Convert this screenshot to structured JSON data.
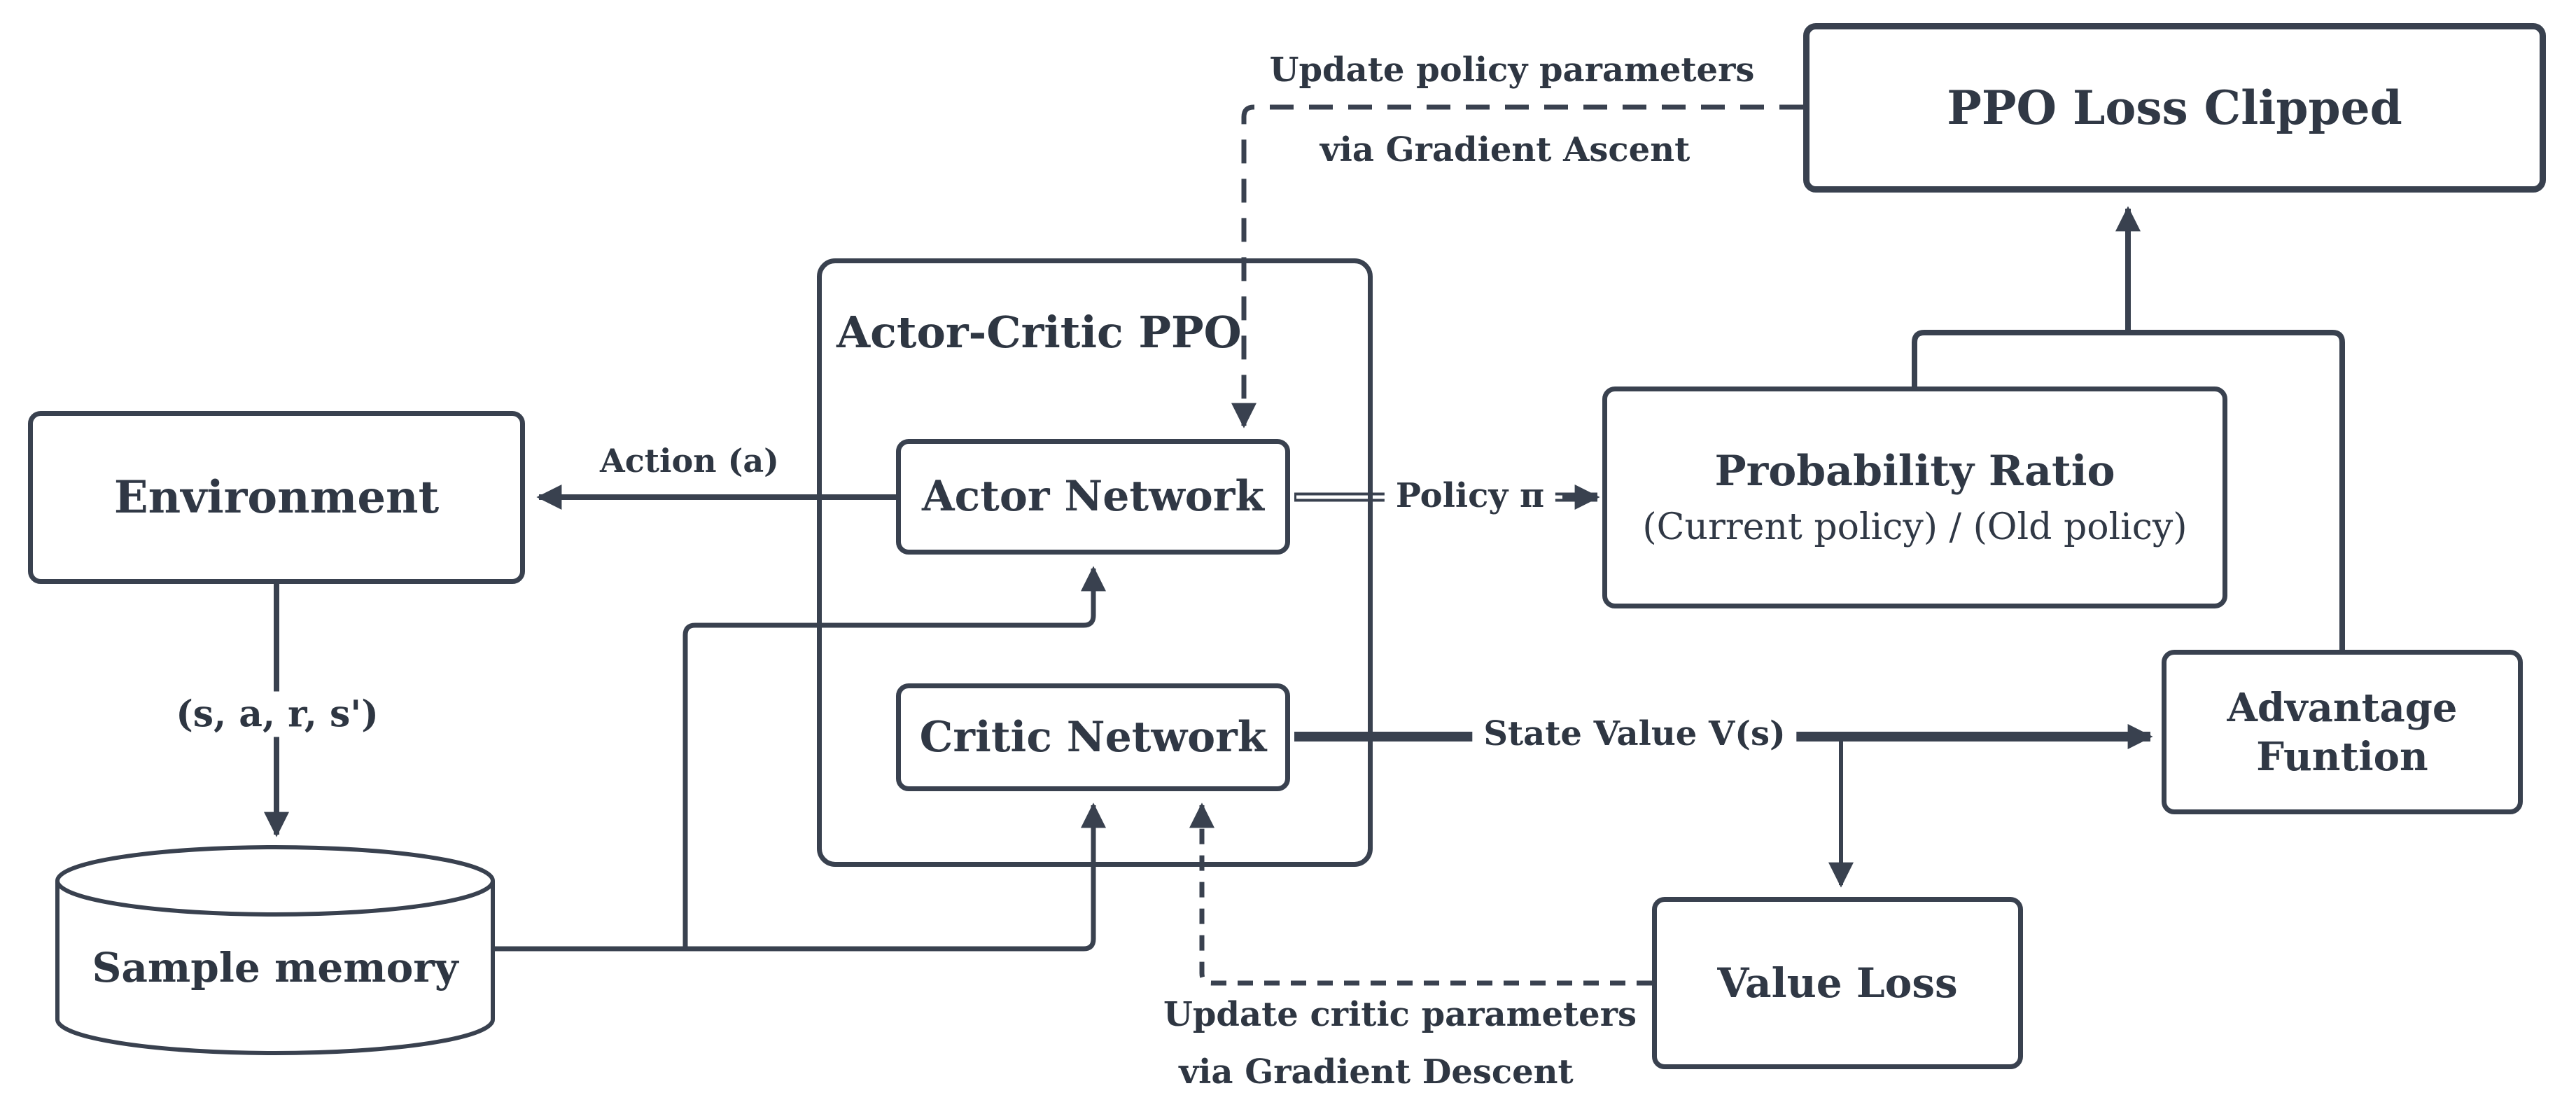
{
  "diagram": {
    "container_title": "Actor-Critic PPO",
    "colors": {
      "stroke": "#39414f",
      "text": "#2e3642",
      "background": "#ffffff"
    },
    "nodes": {
      "environment": {
        "label": "Environment"
      },
      "sample_memory": {
        "label": "Sample memory"
      },
      "actor_network": {
        "label": "Actor Network"
      },
      "critic_network": {
        "label": "Critic Network"
      },
      "ppo_loss": {
        "label": "PPO Loss Clipped"
      },
      "probability_ratio": {
        "label": "Probability Ratio",
        "sublabel": "(Current policy) / (Old policy)"
      },
      "advantage_function": {
        "label_line1": "Advantage",
        "label_line2": "Funtion"
      },
      "value_loss": {
        "label": "Value Loss"
      }
    },
    "edge_labels": {
      "action": "Action (a)",
      "transition_tuple": "(s, a, r, s')",
      "policy": "Policy π",
      "state_value": "State Value V(s)",
      "update_policy_line1": "Update policy parameters",
      "update_policy_line2": "via Gradient Ascent",
      "update_critic_line1": "Update critic parameters",
      "update_critic_line2": "via Gradient Descent"
    }
  }
}
